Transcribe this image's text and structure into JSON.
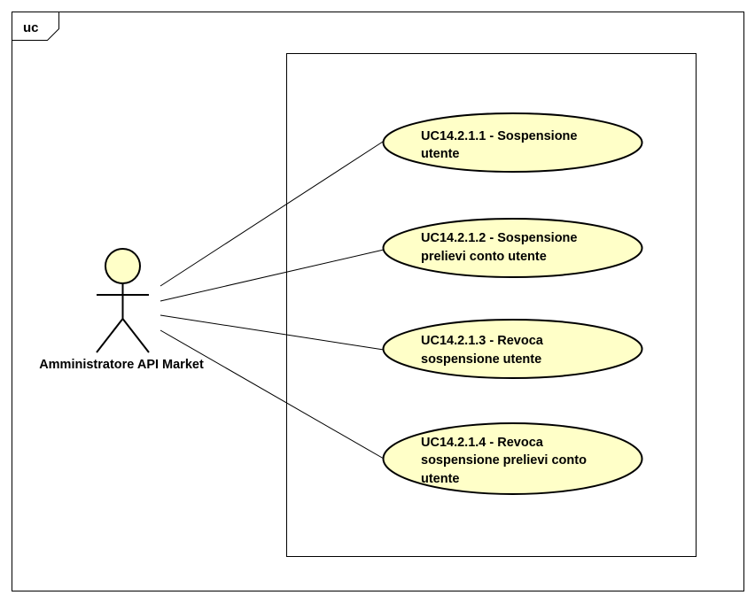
{
  "diagram": {
    "frame_label": "uc",
    "actor": {
      "name": "Amministratore API Market"
    },
    "use_cases": [
      {
        "id": "uc1",
        "lines": [
          "UC14.2.1.1 - Sospensione",
          "utente"
        ]
      },
      {
        "id": "uc2",
        "lines": [
          "UC14.2.1.2 - Sospensione",
          "prelievi conto utente"
        ]
      },
      {
        "id": "uc3",
        "lines": [
          "UC14.2.1.3 - Revoca",
          "sospensione utente"
        ]
      },
      {
        "id": "uc4",
        "lines": [
          "UC14.2.1.4 - Revoca",
          "sospensione prelievi conto",
          "utente"
        ]
      }
    ],
    "colors": {
      "use_case_fill": "#FFFFC8",
      "actor_fill": "#FFFFC8",
      "stroke": "#000000"
    }
  }
}
